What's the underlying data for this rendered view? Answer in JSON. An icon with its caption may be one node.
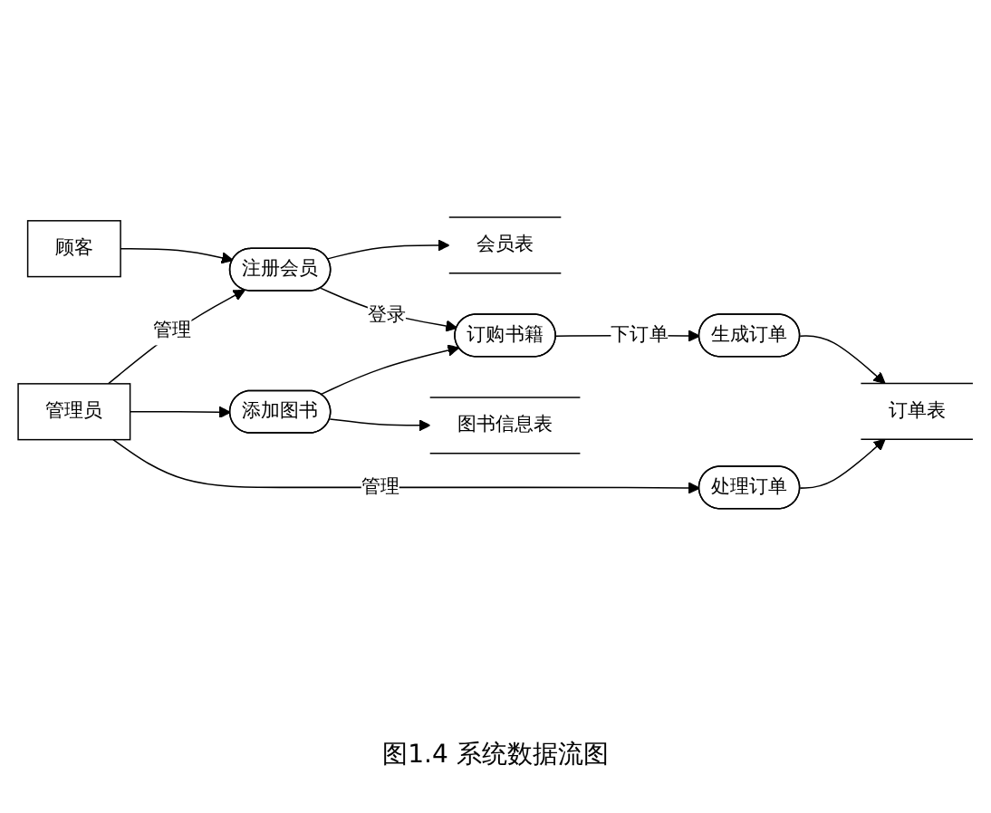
{
  "diagram": {
    "caption": "图1.4 系统数据流图",
    "nodes": [
      {
        "text": [
          "顾客"
        ]
      },
      {
        "text": [
          "注册会员"
        ]
      },
      {
        "text": [
          "会员表"
        ]
      },
      {
        "text": [
          "订购书籍"
        ]
      },
      {
        "text": [
          "生成订单"
        ]
      },
      {
        "text": [
          "订单表"
        ]
      },
      {
        "text": [
          "管理员"
        ]
      },
      {
        "text": [
          "添加图书"
        ]
      },
      {
        "text": [
          "图书信息表"
        ]
      },
      {
        "text": [
          "处理订单"
        ]
      }
    ],
    "edges": [
      {
        "from": 0,
        "to": 1,
        "arrow": "to"
      },
      {
        "from": 1,
        "to": 2,
        "arrow": "to"
      },
      {
        "from": 1,
        "to": 3,
        "arrow": "to",
        "label": "登录"
      },
      {
        "from": 3,
        "to": 4,
        "arrow": "to",
        "label": "下订单"
      },
      {
        "from": 4,
        "to": 5,
        "arrow": "to"
      },
      {
        "from": 6,
        "to": 1,
        "arrow": "to",
        "label": "管理"
      },
      {
        "from": 6,
        "to": 7,
        "arrow": "to"
      },
      {
        "from": 7,
        "to": 3,
        "arrow": "to"
      },
      {
        "from": 7,
        "to": 8,
        "arrow": "to"
      },
      {
        "from": 6,
        "to": 9,
        "arrow": "to",
        "label": "管理"
      },
      {
        "from": 9,
        "to": 5,
        "arrow": "to"
      }
    ]
  }
}
